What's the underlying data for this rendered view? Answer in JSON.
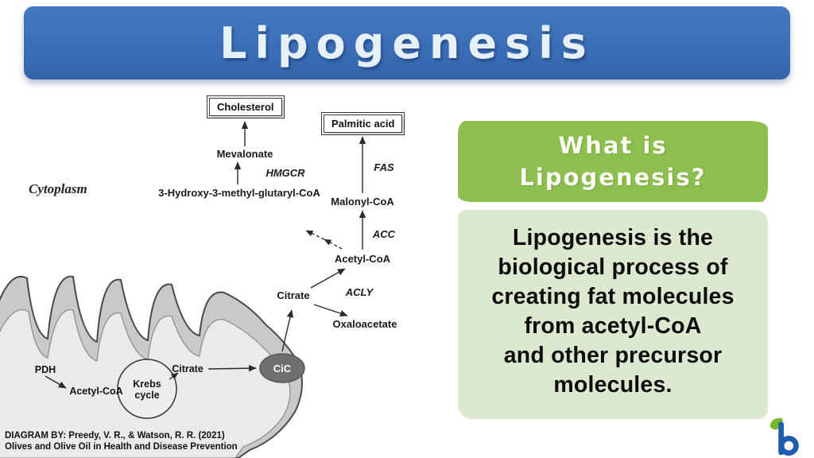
{
  "header": {
    "title": "Lipogenesis"
  },
  "diagram": {
    "cytoplasm": "Cytoplasm",
    "cholesterol": "Cholesterol",
    "palmitic_acid": "Palmitic acid",
    "mevalonate": "Mevalonate",
    "hmgcr": "HMGCR",
    "hmg_coa": "3-Hydroxy-3-methyl-glutaryl-CoA",
    "fas": "FAS",
    "malonyl_coa": "Malonyl-CoA",
    "acc": "ACC",
    "acetyl_coa_cytoplasm": "Acetyl-CoA",
    "citrate_cytoplasm": "Citrate",
    "acly": "ACLY",
    "oxaloacetate": "Oxaloacetate",
    "pdh": "PDH",
    "acetyl_coa_mitochondria": "Acetyl-CoA",
    "krebs_line1": "Krebs",
    "krebs_line2": "cycle",
    "citrate_mitochondria": "Citrate",
    "cic": "CiC",
    "citation_line1": "DIAGRAM BY: Preedy, V. R., & Watson, R. R. (2021)",
    "citation_line2": "Olives and Olive Oil in Health and Disease Prevention"
  },
  "panel": {
    "question_line1": "What is",
    "question_line2": "Lipogenesis?",
    "answer_lines": [
      "Lipogenesis is the",
      "biological process of",
      "creating fat molecules",
      "from acetyl-CoA",
      "and other precursor",
      "molecules."
    ]
  },
  "colors": {
    "header_blue": "#3a6fb7",
    "banner_green": "#8cbf4e",
    "panel_green": "#dde9cf",
    "arrow_dark": "#2a2a2a",
    "mitochondria_gray": "#c9c9c9",
    "cic_gray": "#707070",
    "logo_blue": "#1d5fae",
    "logo_green": "#76b82a"
  }
}
